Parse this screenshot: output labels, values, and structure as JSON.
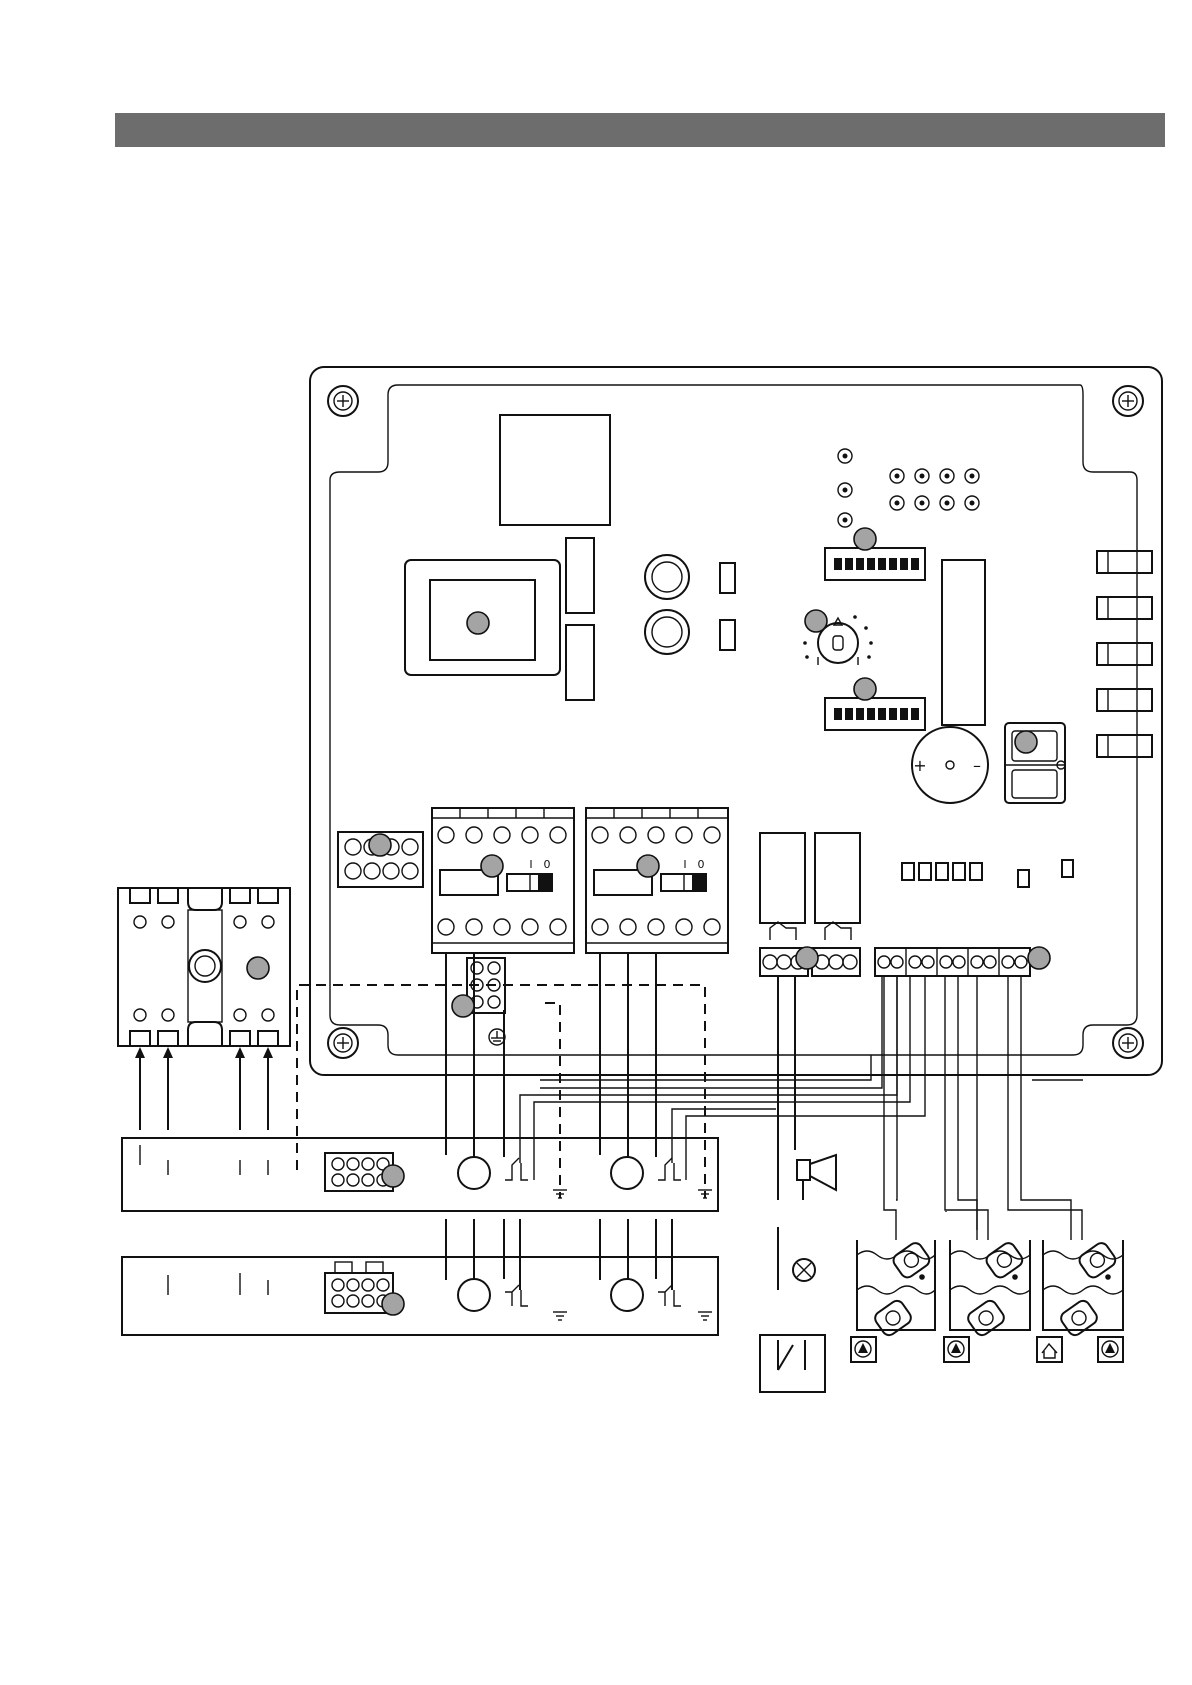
{
  "colors": {
    "header_bar": "#6d6d6d",
    "callout_badge": "#a4a4a4",
    "line": "#111111"
  },
  "labels": {
    "switch_position": "I",
    "switch_off": "0",
    "buzzer_plus": "+",
    "buzzer_minus": "–"
  },
  "icons": {
    "header": "grey-title-bar",
    "mains_block": "terminal-block",
    "motor": "motor-circle",
    "alarm_horn": "horn-icon",
    "alarm_lamp": "lamp-icon",
    "pump": "pump-icon",
    "alarm": "alarm-house-icon",
    "float_switch": "float-switch-icon"
  }
}
